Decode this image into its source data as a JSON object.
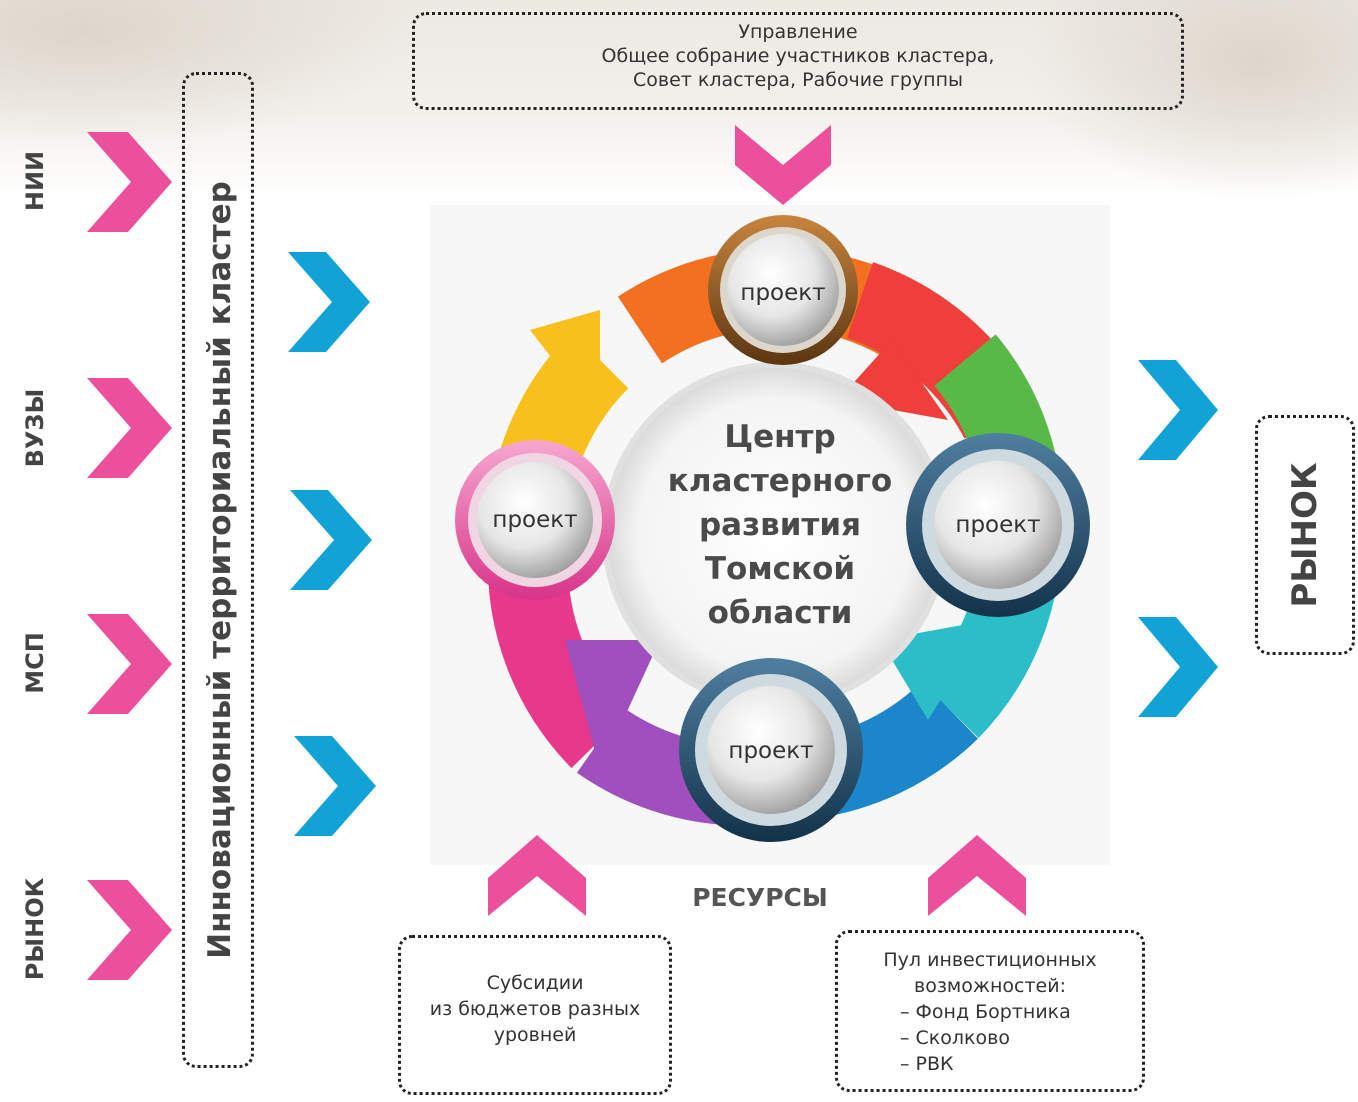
{
  "top_box": {
    "title": "Управление",
    "line1": "Общее собрание участников кластера,",
    "line2": "Совет кластера, Рабочие группы"
  },
  "left_labels": [
    "НИИ",
    "ВУЗЫ",
    "МСП",
    "РЫНОК"
  ],
  "cluster_label": "Инновационный территориальный кластер",
  "right_label": "РЫНОК",
  "center": {
    "line1": "Центр",
    "line2": "кластерного",
    "line3": "развития",
    "line4": "Томской",
    "line5": "области"
  },
  "projects": {
    "top": "проект",
    "left": "проект",
    "right": "проект",
    "bottom": "проект"
  },
  "resources_label": "РЕСУРСЫ",
  "subsidy_box": {
    "line1": "Субсидии",
    "line2": "из бюджетов разных",
    "line3": "уровней"
  },
  "invest_box": {
    "line1": "Пул инвестиционных",
    "line2": "возможностей:",
    "line3": "– Фонд Бортника",
    "line4": "– Сколково",
    "line5": "– РВК"
  },
  "colors": {
    "pink": "#ec4f9b",
    "blue": "#12a3d6",
    "orange": "#f37021",
    "red": "#ee3f3a",
    "green": "#58b946",
    "teal": "#2bbec8",
    "ring_blue": "#1b86c9",
    "purple": "#a04fbf",
    "magenta": "#e8388b",
    "yellow": "#f7c01d"
  }
}
